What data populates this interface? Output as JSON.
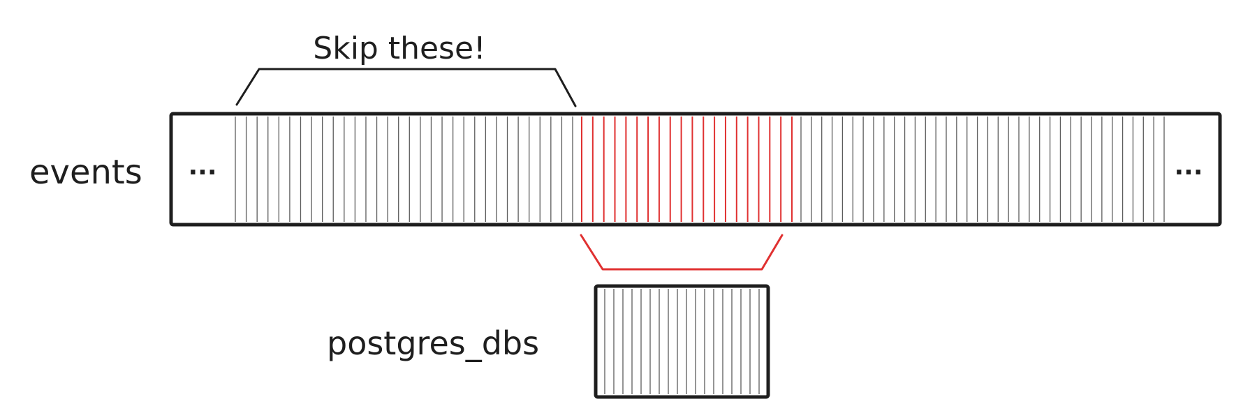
{
  "annotation": {
    "text": "Skip these!"
  },
  "events": {
    "label": "events",
    "left_ellipsis": "...",
    "right_ellipsis": "...",
    "skipped_stripes": 32,
    "selected_stripes": 20,
    "remaining_stripes": 36
  },
  "postgres_dbs": {
    "label": "postgres_dbs",
    "stripes": 18
  },
  "colors": {
    "ink": "#1e1e1e",
    "stripe": "#5c5c5c",
    "highlight": "#e03131",
    "background": "#ffffff"
  }
}
